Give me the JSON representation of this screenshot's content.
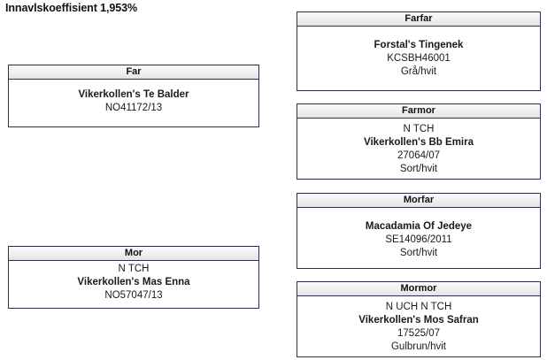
{
  "page_title": "Innavlskoeffisient 1,953%",
  "inbreeding": {
    "label": "Innavlskoeffisient",
    "value": "1,953%"
  },
  "boxes": {
    "far": {
      "header": "Far",
      "titles": "",
      "name": "Vikerkollen's Te Balder",
      "reg_no": "NO41172/13",
      "color": ""
    },
    "mor": {
      "header": "Mor",
      "titles": "N TCH",
      "name": "Vikerkollen's Mas Enna",
      "reg_no": "NO57047/13",
      "color": ""
    },
    "farfar": {
      "header": "Farfar",
      "titles": "",
      "name": "Forstal's Tingenek",
      "reg_no": "KCSBH46001",
      "color": "Grå/hvit"
    },
    "farmor": {
      "header": "Farmor",
      "titles": "N TCH",
      "name": "Vikerkollen's Bb Emira",
      "reg_no": "27064/07",
      "color": "Sort/hvit"
    },
    "morfar": {
      "header": "Morfar",
      "titles": "",
      "name": "Macadamia Of Jedeye",
      "reg_no": "SE14096/2011",
      "color": "Sort/hvit"
    },
    "mormor": {
      "header": "Mormor",
      "titles": "N UCH N TCH",
      "name": "Vikerkollen's Mos Safran",
      "reg_no": "17525/07",
      "color": "Gulbrun/hvit"
    }
  },
  "colors": {
    "border": "#2e2e4f",
    "header_gradient_top": "#fbfbfc",
    "header_gradient_bottom": "#e3e3e6",
    "text": "#1a1a1a",
    "background": "#ffffff"
  }
}
